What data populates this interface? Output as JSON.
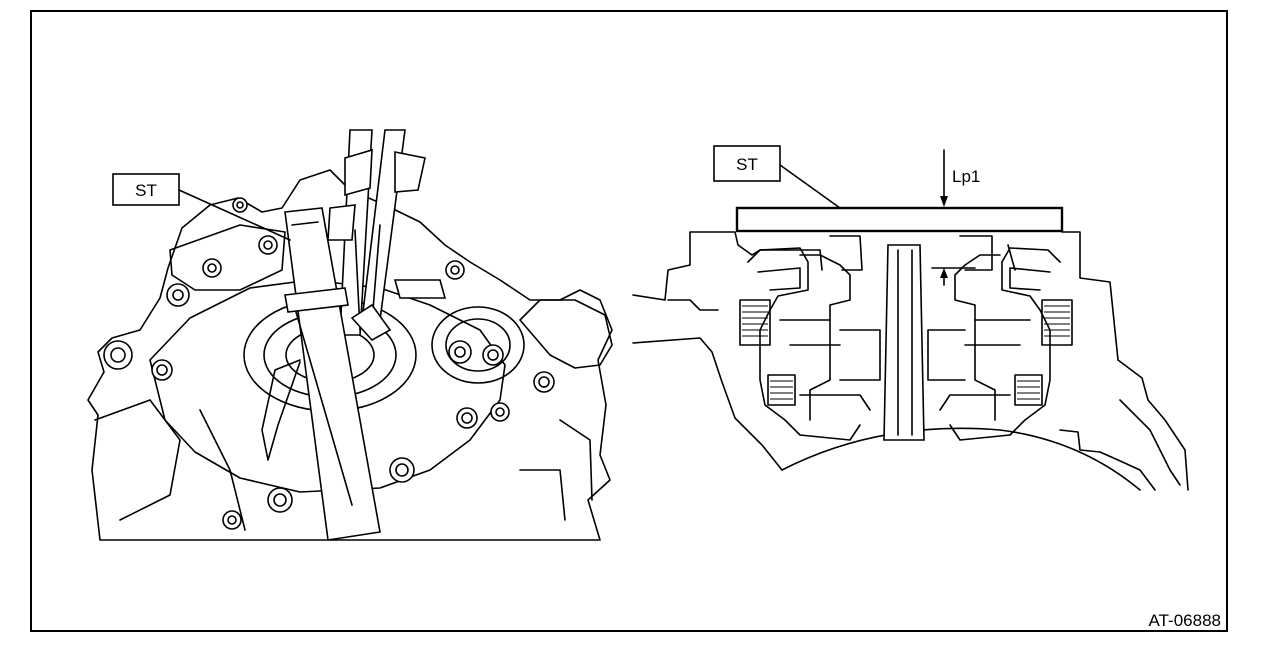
{
  "left_figure": {
    "callout_label": "ST"
  },
  "right_figure": {
    "callout_label": "ST",
    "dimension_label": "Lp1"
  },
  "figure_code": "AT-06888"
}
